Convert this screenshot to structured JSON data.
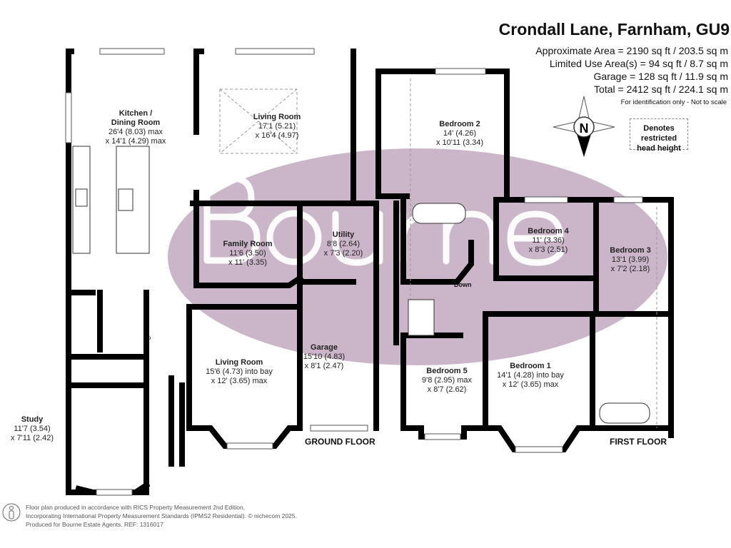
{
  "header": {
    "title": "Crondall Lane, Farnham, GU9",
    "areas": [
      "Approximate Area = 2190 sq ft / 203.5 sq m",
      "Limited Use Area(s) = 94 sq ft / 8.7 sq m",
      "Garage = 128 sq ft / 11.9 sq m",
      "Total = 2412 sq ft / 224.1 sq m"
    ],
    "note": "For identification only - Not to scale"
  },
  "legend": {
    "line1": "Denotes restricted",
    "line2": "head height"
  },
  "compass": {
    "label": "N"
  },
  "watermark": "Bourne",
  "colors": {
    "watermark": "#cbb6c9",
    "wall": "#000000"
  },
  "ground_floor": {
    "label": "GROUND FLOOR",
    "stairs": "Up",
    "rooms": [
      {
        "name": "Kitchen /",
        "name2": "Dining Room",
        "dim1": "26'4 (8.03) max",
        "dim2": "x 14'1 (4.29) max"
      },
      {
        "name": "Living Room",
        "dim1": "17'1 (5.21)",
        "dim2": "x 16'4 (4.97)"
      },
      {
        "name": "Family Room",
        "dim1": "11'6 (3.50)",
        "dim2": "x 11' (3.35)"
      },
      {
        "name": "Utility",
        "dim1": "8'8 (2.64)",
        "dim2": "x 7'3 (2.20)"
      },
      {
        "name": "Garage",
        "dim1": "15'10 (4.83)",
        "dim2": "x 8'1 (2.47)"
      },
      {
        "name": "Living Room",
        "dim1": "15'6 (4.73) into bay",
        "dim2": "x 12' (3.65) max"
      },
      {
        "name": "Study",
        "dim1": "11'7 (3.54)",
        "dim2": "x 7'11 (2.42)"
      }
    ]
  },
  "first_floor": {
    "label": "FIRST FLOOR",
    "stairs": "Down",
    "rooms": [
      {
        "name": "Bedroom 2",
        "dim1": "14' (4.26)",
        "dim2": "x 10'11 (3.34)"
      },
      {
        "name": "Bedroom 4",
        "dim1": "11' (3.36)",
        "dim2": "x 8'3 (2.51)"
      },
      {
        "name": "Bedroom 3",
        "dim1": "13'1 (3.99)",
        "dim2": "x 7'2 (2.18)"
      },
      {
        "name": "Bedroom 5",
        "dim1": "9'8 (2.95) max",
        "dim2": "x 8'7 (2.62)"
      },
      {
        "name": "Bedroom 1",
        "dim1": "14'1 (4.28) into bay",
        "dim2": "x 12' (3.65) max"
      }
    ]
  },
  "footer": {
    "line1": "Floor plan produced in accordance with RICS Property Measurement 2nd Edition,",
    "line2": "Incorporating International Property Measurement Standards (IPMS2 Residential).   © nichecom 2025.",
    "line3": "Produced for Bourne Estate Agents.   REF:  1316017"
  }
}
